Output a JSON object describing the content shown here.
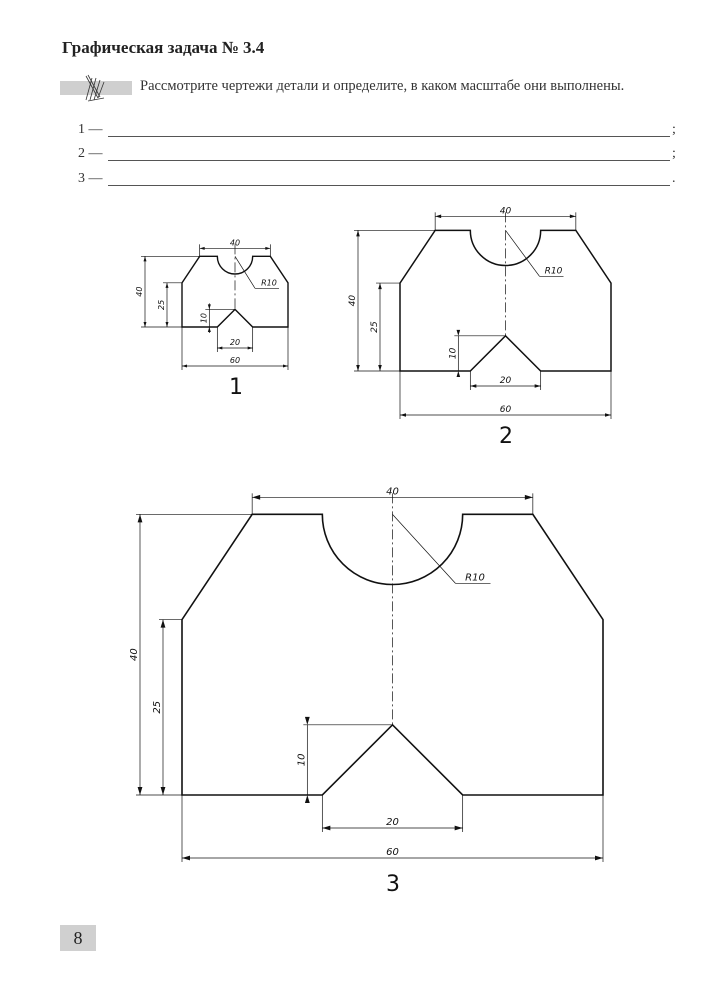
{
  "header": {
    "title": "Графическая задача № 3.4"
  },
  "task": {
    "icon": "pencil-hatch-icon",
    "instruction": "Рассмотрите чертежи детали и определите, в каком масштабе они выполнены."
  },
  "answers": [
    {
      "label": "1 —",
      "value": "",
      "end": ";"
    },
    {
      "label": "2 —",
      "value": "",
      "end": ";"
    },
    {
      "label": "3 —",
      "value": "",
      "end": "."
    }
  ],
  "drawing": {
    "dimensions": {
      "top_width": "40",
      "height": "40",
      "side_height": "25",
      "notch_height": "10",
      "notch_width": "20",
      "width": "60",
      "radius": "R10"
    },
    "figures": [
      {
        "label": "1"
      },
      {
        "label": "2"
      },
      {
        "label": "3"
      }
    ]
  },
  "footer": {
    "page_number": "8"
  }
}
